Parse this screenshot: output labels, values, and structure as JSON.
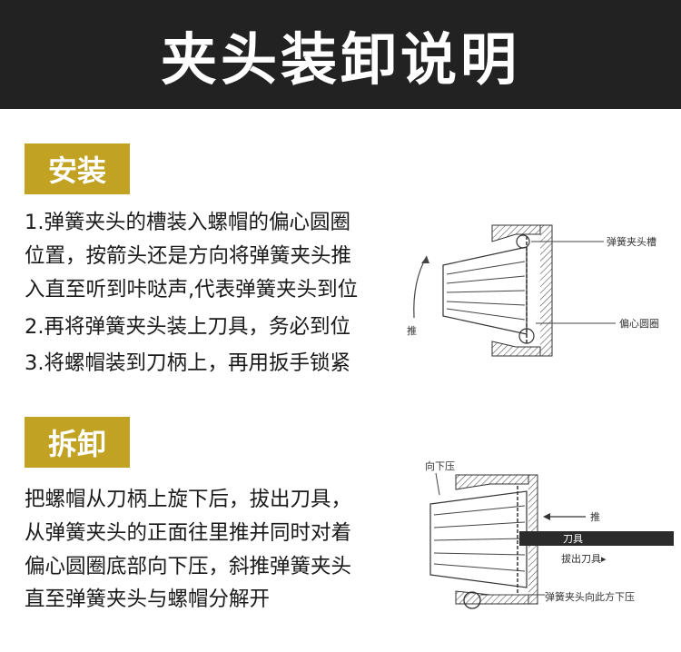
{
  "header": {
    "title": "夹头装卸说明"
  },
  "install": {
    "tag": "安装",
    "lines": [
      "1.弹簧夹头的槽装入螺帽的偏心圆圈",
      "位置，按箭头还是方向将弹簧夹头推",
      "入直至听到咔哒声,代表弹簧夹头到位",
      "2.再将弹簧夹头装上刀具，务必到位",
      "3.将螺帽装到刀柄上，再用扳手锁紧"
    ],
    "diagram": {
      "push_label": "推",
      "groove_label": "弹簧夹头槽",
      "eccentric_label": "偏心圆圈"
    }
  },
  "remove": {
    "tag": "拆卸",
    "lines": [
      "把螺帽从刀柄上旋下后，拔出刀具，",
      "从弹簧夹头的正面往里推并同时对着",
      "偏心圆圈底部向下压，斜推弹簧夹头",
      "直至弹簧夹头与螺帽分解开"
    ],
    "diagram": {
      "press_down_label": "向下压",
      "push_label": "推",
      "tool_label": "刀具",
      "pull_out_label": "拔出刀具▸",
      "direction_label": "弹簧夹头向此方下压"
    }
  }
}
